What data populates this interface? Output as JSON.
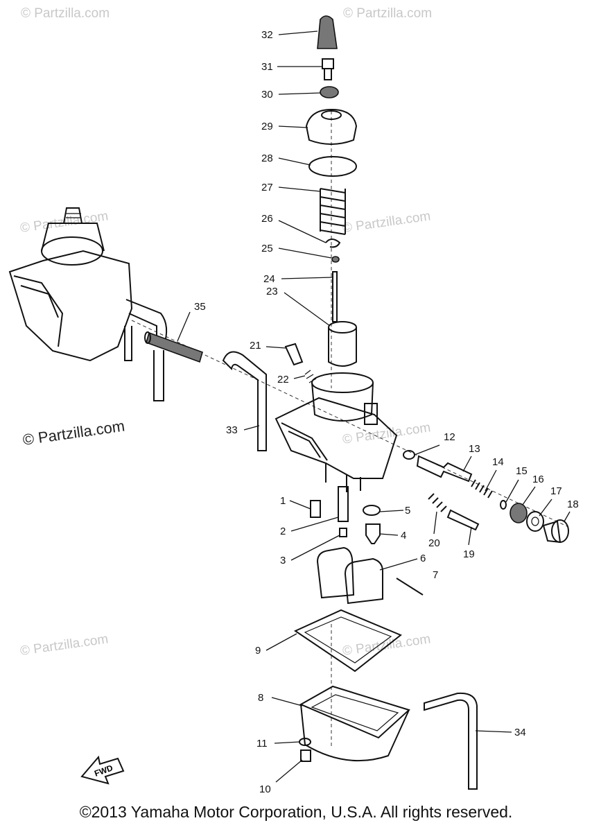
{
  "copyright": "©2013 Yamaha Motor Corporation, U.S.A. All rights reserved.",
  "watermarks": {
    "faint": "© Partzilla.com",
    "dark": "© Partzilla.com"
  },
  "fwd_label": "FWD",
  "callouts": [
    "1",
    "2",
    "3",
    "4",
    "5",
    "6",
    "7",
    "8",
    "9",
    "10",
    "11",
    "12",
    "13",
    "14",
    "15",
    "16",
    "17",
    "18",
    "19",
    "20",
    "21",
    "22",
    "23",
    "24",
    "25",
    "26",
    "27",
    "28",
    "29",
    "30",
    "31",
    "32",
    "33",
    "34",
    "35"
  ],
  "colors": {
    "line": "#111111",
    "watermark": "#c8c8c8",
    "background": "#ffffff"
  }
}
